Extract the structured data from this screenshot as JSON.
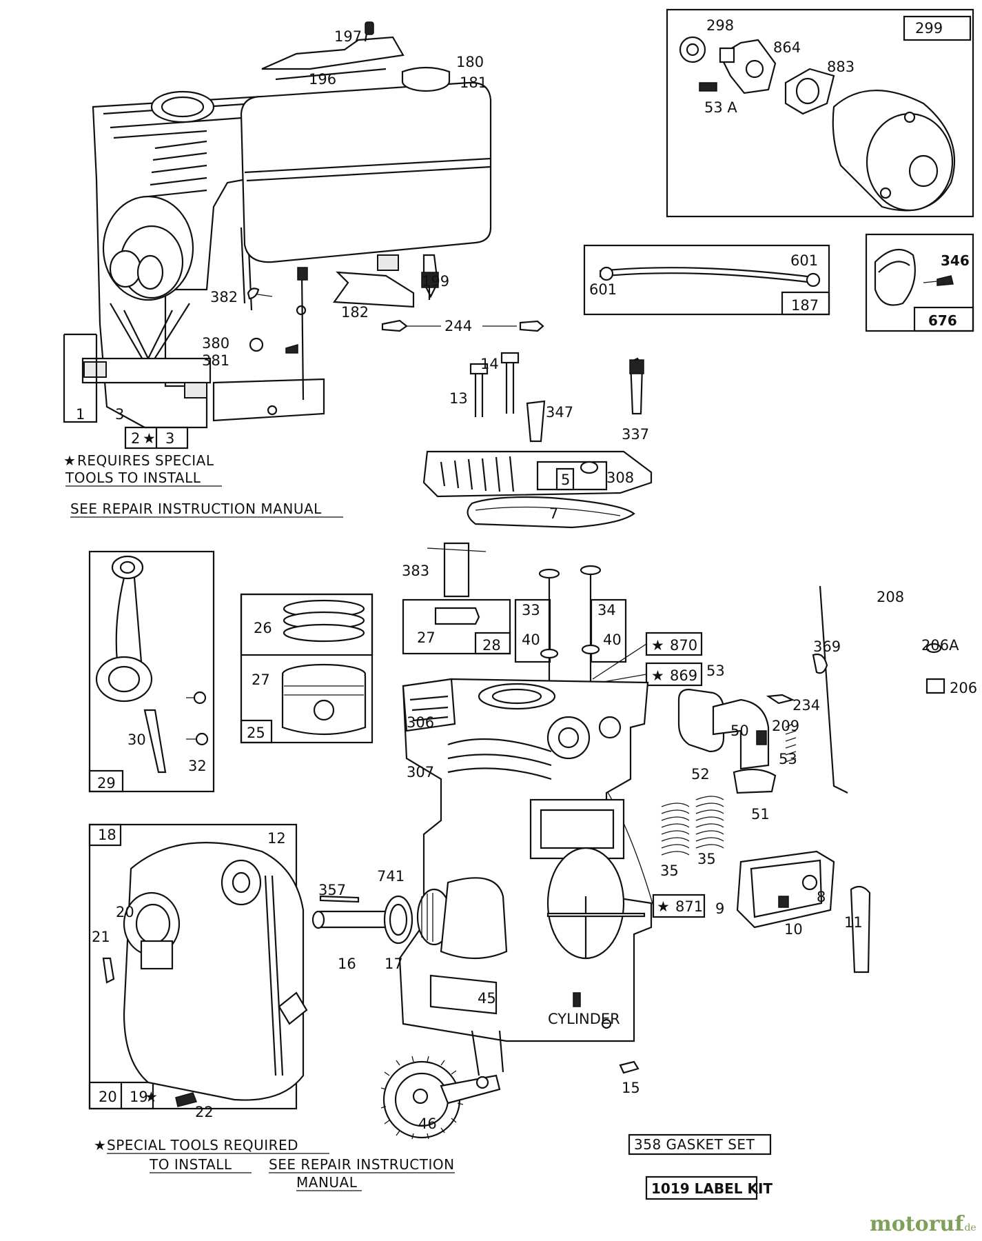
{
  "labels": {
    "l197": "197",
    "l196": "196",
    "l180": "180",
    "l181": "181",
    "l298": "298",
    "l299": "299",
    "l864": "864",
    "l883": "883",
    "l53a": "53 A",
    "l601a": "601",
    "l601b": "601",
    "l187": "187",
    "l346": "346",
    "l676": "676",
    "l382": "382",
    "l199": "199",
    "l182": "182",
    "l244": "244",
    "l380": "380",
    "l381": "381",
    "l1": "1",
    "l3a": "3",
    "l2": "2",
    "l3b": "3",
    "l14": "14",
    "l13": "13",
    "l347": "347",
    "l337": "337",
    "l5": "5",
    "l308": "308",
    "l7": "7",
    "l383": "383",
    "l26": "26",
    "l27a": "27",
    "l27b": "27",
    "l28": "28",
    "l33": "33",
    "l34": "34",
    "l40a": "40",
    "l40b": "40",
    "l208": "208",
    "l369": "369",
    "l206a": "206A",
    "l206": "206",
    "l870": "870",
    "l869": "869",
    "l53b": "53",
    "l234": "234",
    "l209": "209",
    "l50": "50",
    "l53c": "53",
    "l52": "52",
    "l51": "51",
    "l25": "25",
    "l306": "306",
    "l307": "307",
    "l30": "30",
    "l32": "32",
    "l29": "29",
    "l18": "18",
    "l12": "12",
    "l20a": "20",
    "l21": "21",
    "l357": "357",
    "l741": "741",
    "l16": "16",
    "l17": "17",
    "l35a": "35",
    "l35b": "35",
    "l871": "871",
    "l9": "9",
    "l8": "8",
    "l10": "10",
    "l11": "11",
    "l45": "45",
    "l15": "15",
    "l46": "46",
    "l20b": "20",
    "l19": "19",
    "l22": "22",
    "cylinder": "CYLINDER"
  },
  "notes": {
    "requires1": "REQUIRES SPECIAL",
    "requires2": "TOOLS TO INSTALL",
    "see_manual": "SEE REPAIR INSTRUCTION MANUAL",
    "special1": "SPECIAL TOOLS REQUIRED",
    "special2": "TO  INSTALL",
    "special3": "SEE REPAIR INSTRUCTION",
    "special4": "MANUAL",
    "gasket": "358 GASKET SET",
    "labelkit": "1019 LABEL KIT"
  },
  "watermark": {
    "brand": "motoruf",
    "tld": ".de"
  }
}
